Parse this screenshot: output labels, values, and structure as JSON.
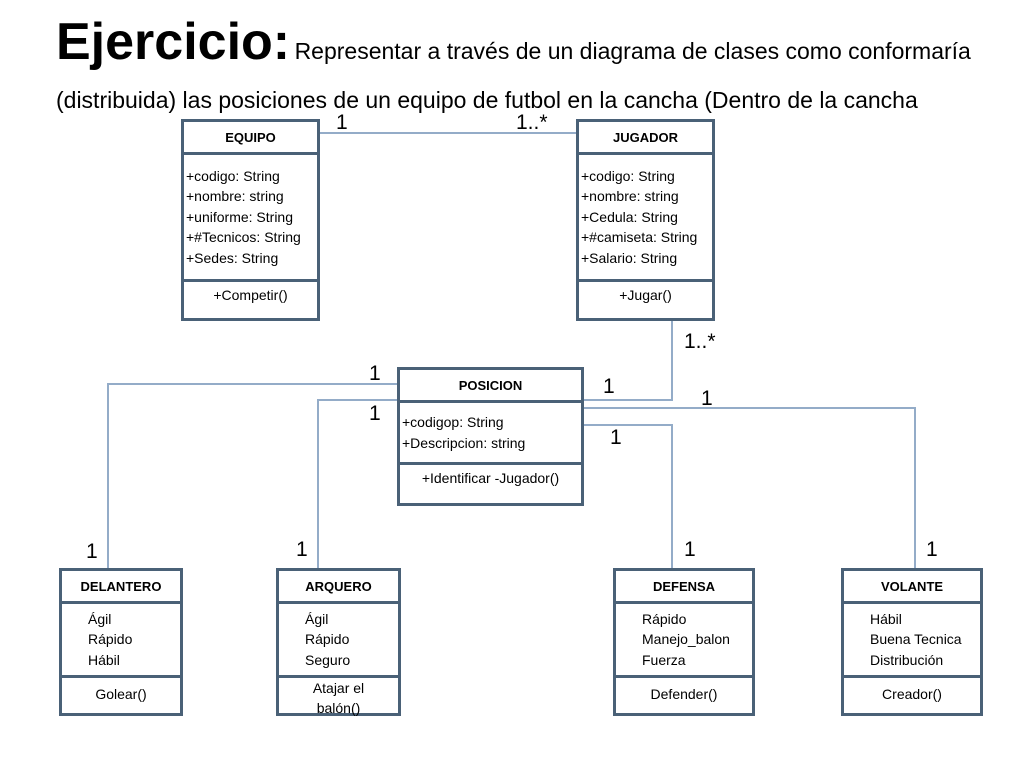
{
  "title": {
    "bold": "Ejercicio:",
    "line1_rest": "Representar a través de un diagrama de clases como conformaría",
    "line2": "(distribuida) las posiciones de un equipo de futbol en la cancha (Dentro de la cancha"
  },
  "classes": {
    "equipo": {
      "name": "EQUIPO",
      "attributes": [
        "+codigo: String",
        "+nombre: string",
        "+uniforme: String",
        "+#Tecnicos: String",
        "+Sedes: String"
      ],
      "methods": [
        "+Competir()"
      ]
    },
    "jugador": {
      "name": "JUGADOR",
      "attributes": [
        "+codigo: String",
        "+nombre: string",
        "+Cedula: String",
        "+#camiseta: String",
        "+Salario: String"
      ],
      "methods": [
        "+Jugar()"
      ]
    },
    "posicion": {
      "name": "POSICION",
      "attributes": [
        "+codigop: String",
        "+Descripcion: string"
      ],
      "methods": [
        "+Identificar -Jugador()"
      ]
    },
    "delantero": {
      "name": "DELANTERO",
      "attributes": [
        "Ágil",
        "Rápido",
        "Hábil"
      ],
      "methods": [
        "Golear()"
      ]
    },
    "arquero": {
      "name": "ARQUERO",
      "attributes": [
        "Ágil",
        "Rápido",
        "Seguro"
      ],
      "methods": [
        "Atajar el",
        "balón()"
      ]
    },
    "defensa": {
      "name": "DEFENSA",
      "attributes": [
        "Rápido",
        "Manejo_balon",
        "Fuerza"
      ],
      "methods": [
        "Defender()"
      ]
    },
    "volante": {
      "name": "VOLANTE",
      "attributes": [
        "Hábil",
        "Buena Tecnica",
        "Distribución"
      ],
      "methods": [
        "Creador()"
      ]
    }
  },
  "multiplicities": {
    "equipo_jugador_left": "1",
    "equipo_jugador_right": "1..*",
    "jugador_posicion_top": "1..*",
    "posicion_jugador_side": "1",
    "posicion_delantero_top": "1",
    "posicion_arquero_top": "1",
    "posicion_defensa_top": "1",
    "posicion_volante_top": "1",
    "delantero_end": "1",
    "arquero_end": "1",
    "defensa_end": "1",
    "volante_end": "1"
  },
  "colors": {
    "box_border": "#4a6177",
    "connector": "#94acc8"
  }
}
